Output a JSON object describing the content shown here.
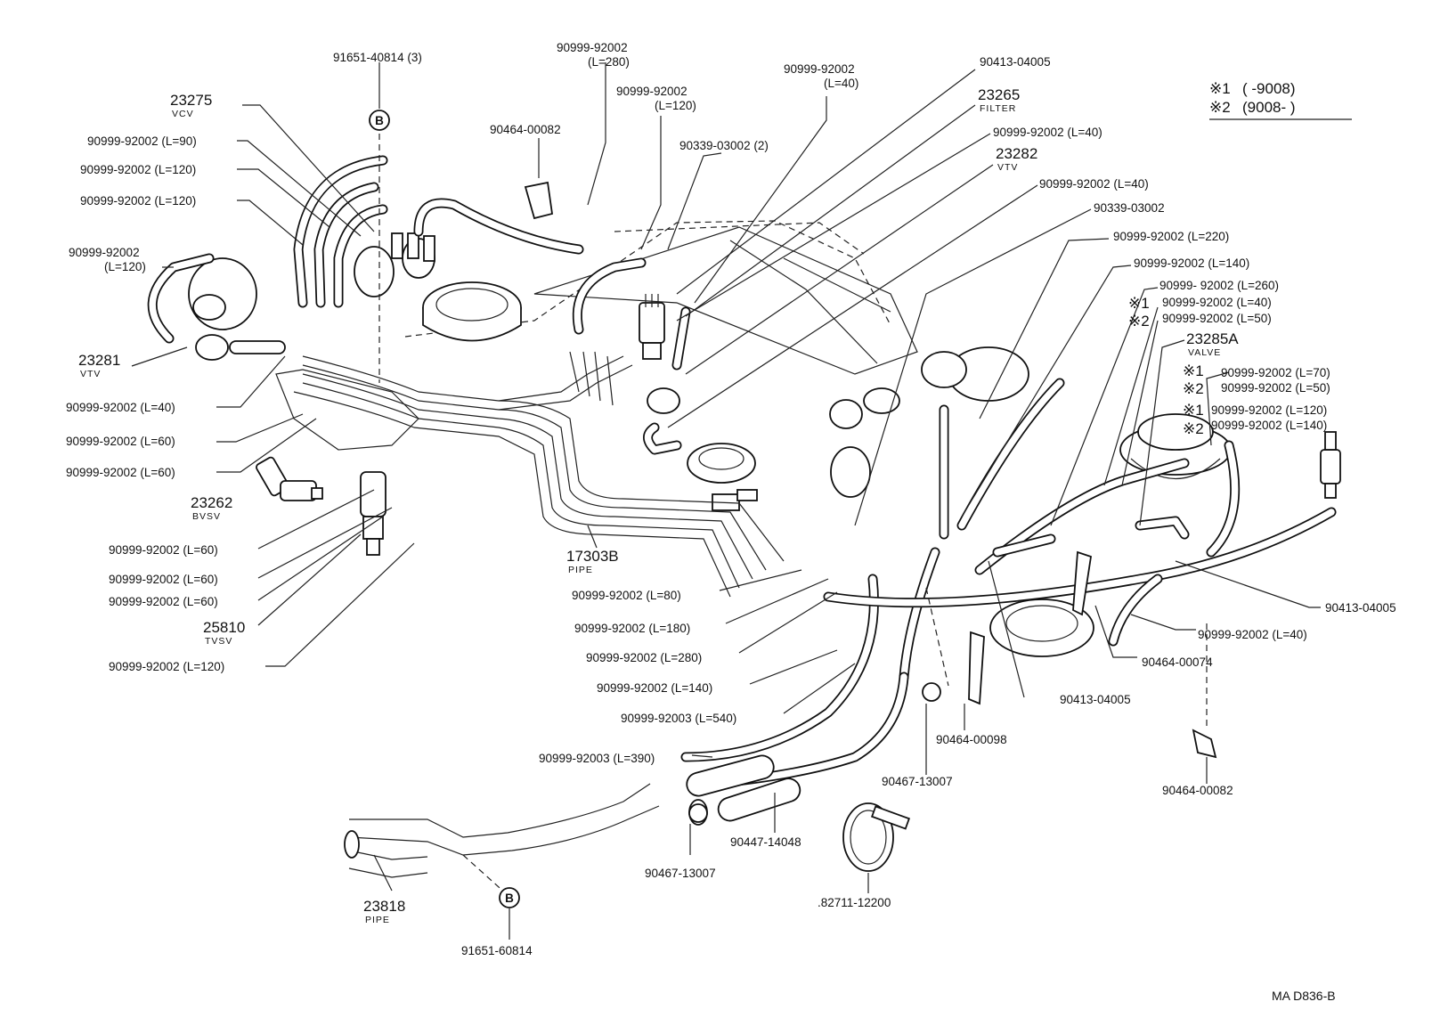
{
  "diagram_code": "MA  D836-B",
  "legend": [
    {
      "mark": "※1",
      "text": "(        -9008)"
    },
    {
      "mark": "※2",
      "text": "(9008-        )"
    }
  ],
  "bolt_marker": "B",
  "labels": {
    "p91651_40814": "91651-40814 (3)",
    "p23275": "23275",
    "p23275_sub": "VCV",
    "l90": "90999-92002 (L=90)",
    "l120a": "90999-92002 (L=120)",
    "l120b": "90999-92002 (L=120)",
    "l120c_top": "90999-92002",
    "l120c_bot": "(L=120)",
    "p23281": "23281",
    "p23281_sub": "VTV",
    "l40_left": "90999-92002 (L=40)",
    "l60a": "90999-92002 (L=60)",
    "l60b": "90999-92002 (L=60)",
    "p23262": "23262",
    "p23262_sub": "BVSV",
    "l60c": "90999-92002 (L=60)",
    "l60d": "90999-92002 (L=60)",
    "l60e": "90999-92002 (L=60)",
    "p25810": "25810",
    "p25810_sub": "TVSV",
    "l120_bottom": "90999-92002 (L=120)",
    "p90464_00082_top": "90464-00082",
    "l280_top": "90999-92002",
    "l280_bot": "(L=280)",
    "l120_mid_top": "90999-92002",
    "l120_mid_bot": "(L=120)",
    "p90339_2": "90339-03002 (2)",
    "l40_top_a": "90999-92002",
    "l40_top_b": "(L=40)",
    "p90413_top": "90413-04005",
    "p23265": "23265",
    "p23265_sub": "FILTER",
    "l40_r1": "90999-92002 (L=40)",
    "p23282": "23282",
    "p23282_sub": "VTV",
    "l40_r2": "90999-92002 (L=40)",
    "p90339_03002": "90339-03002",
    "l220": "90999-92002 (L=220)",
    "l140_r": "90999-92002 (L=140)",
    "l260": "90999- 92002 (L=260)",
    "s1_l40": "90999-92002 (L=40)",
    "s2_l50": "90999-92002 (L=50)",
    "p23285A": "23285A",
    "p23285A_sub": "VALVE",
    "s1_l70": "90999-92002 (L=70)",
    "s2_l50b": "90999-92002 (L=50)",
    "s1_l120": "90999-92002 (L=120)",
    "s2_l140": "90999-92002 (L=140)",
    "mark_s1": "※1",
    "mark_s2": "※2",
    "p17303B": "17303B",
    "p17303B_sub": "PIPE",
    "l80": "90999-92002 (L=80)",
    "l180": "90999-92002 (L=180)",
    "l280_mid": "90999-92002 (L=280)",
    "l140_mid": "90999-92002 (L=140)",
    "l540": "90999-92003 (L=540)",
    "l390": "90999-92003 (L=390)",
    "p90413_rb": "90413-04005",
    "l40_rb": "90999-92002 (L=40)",
    "p90464_00074": "90464-00074",
    "p90413_mid": "90413-04005",
    "p90464_00098": "90464-00098",
    "p90467_13007_a": "90467-13007",
    "p90464_00082_b": "90464-00082",
    "p90467_13007_b": "90467-13007",
    "p90447_14048": "90447-14048",
    "p82711_12200": ".82711-12200",
    "p23818": "23818",
    "p23818_sub": "PIPE",
    "p91651_60814": "91651-60814"
  }
}
